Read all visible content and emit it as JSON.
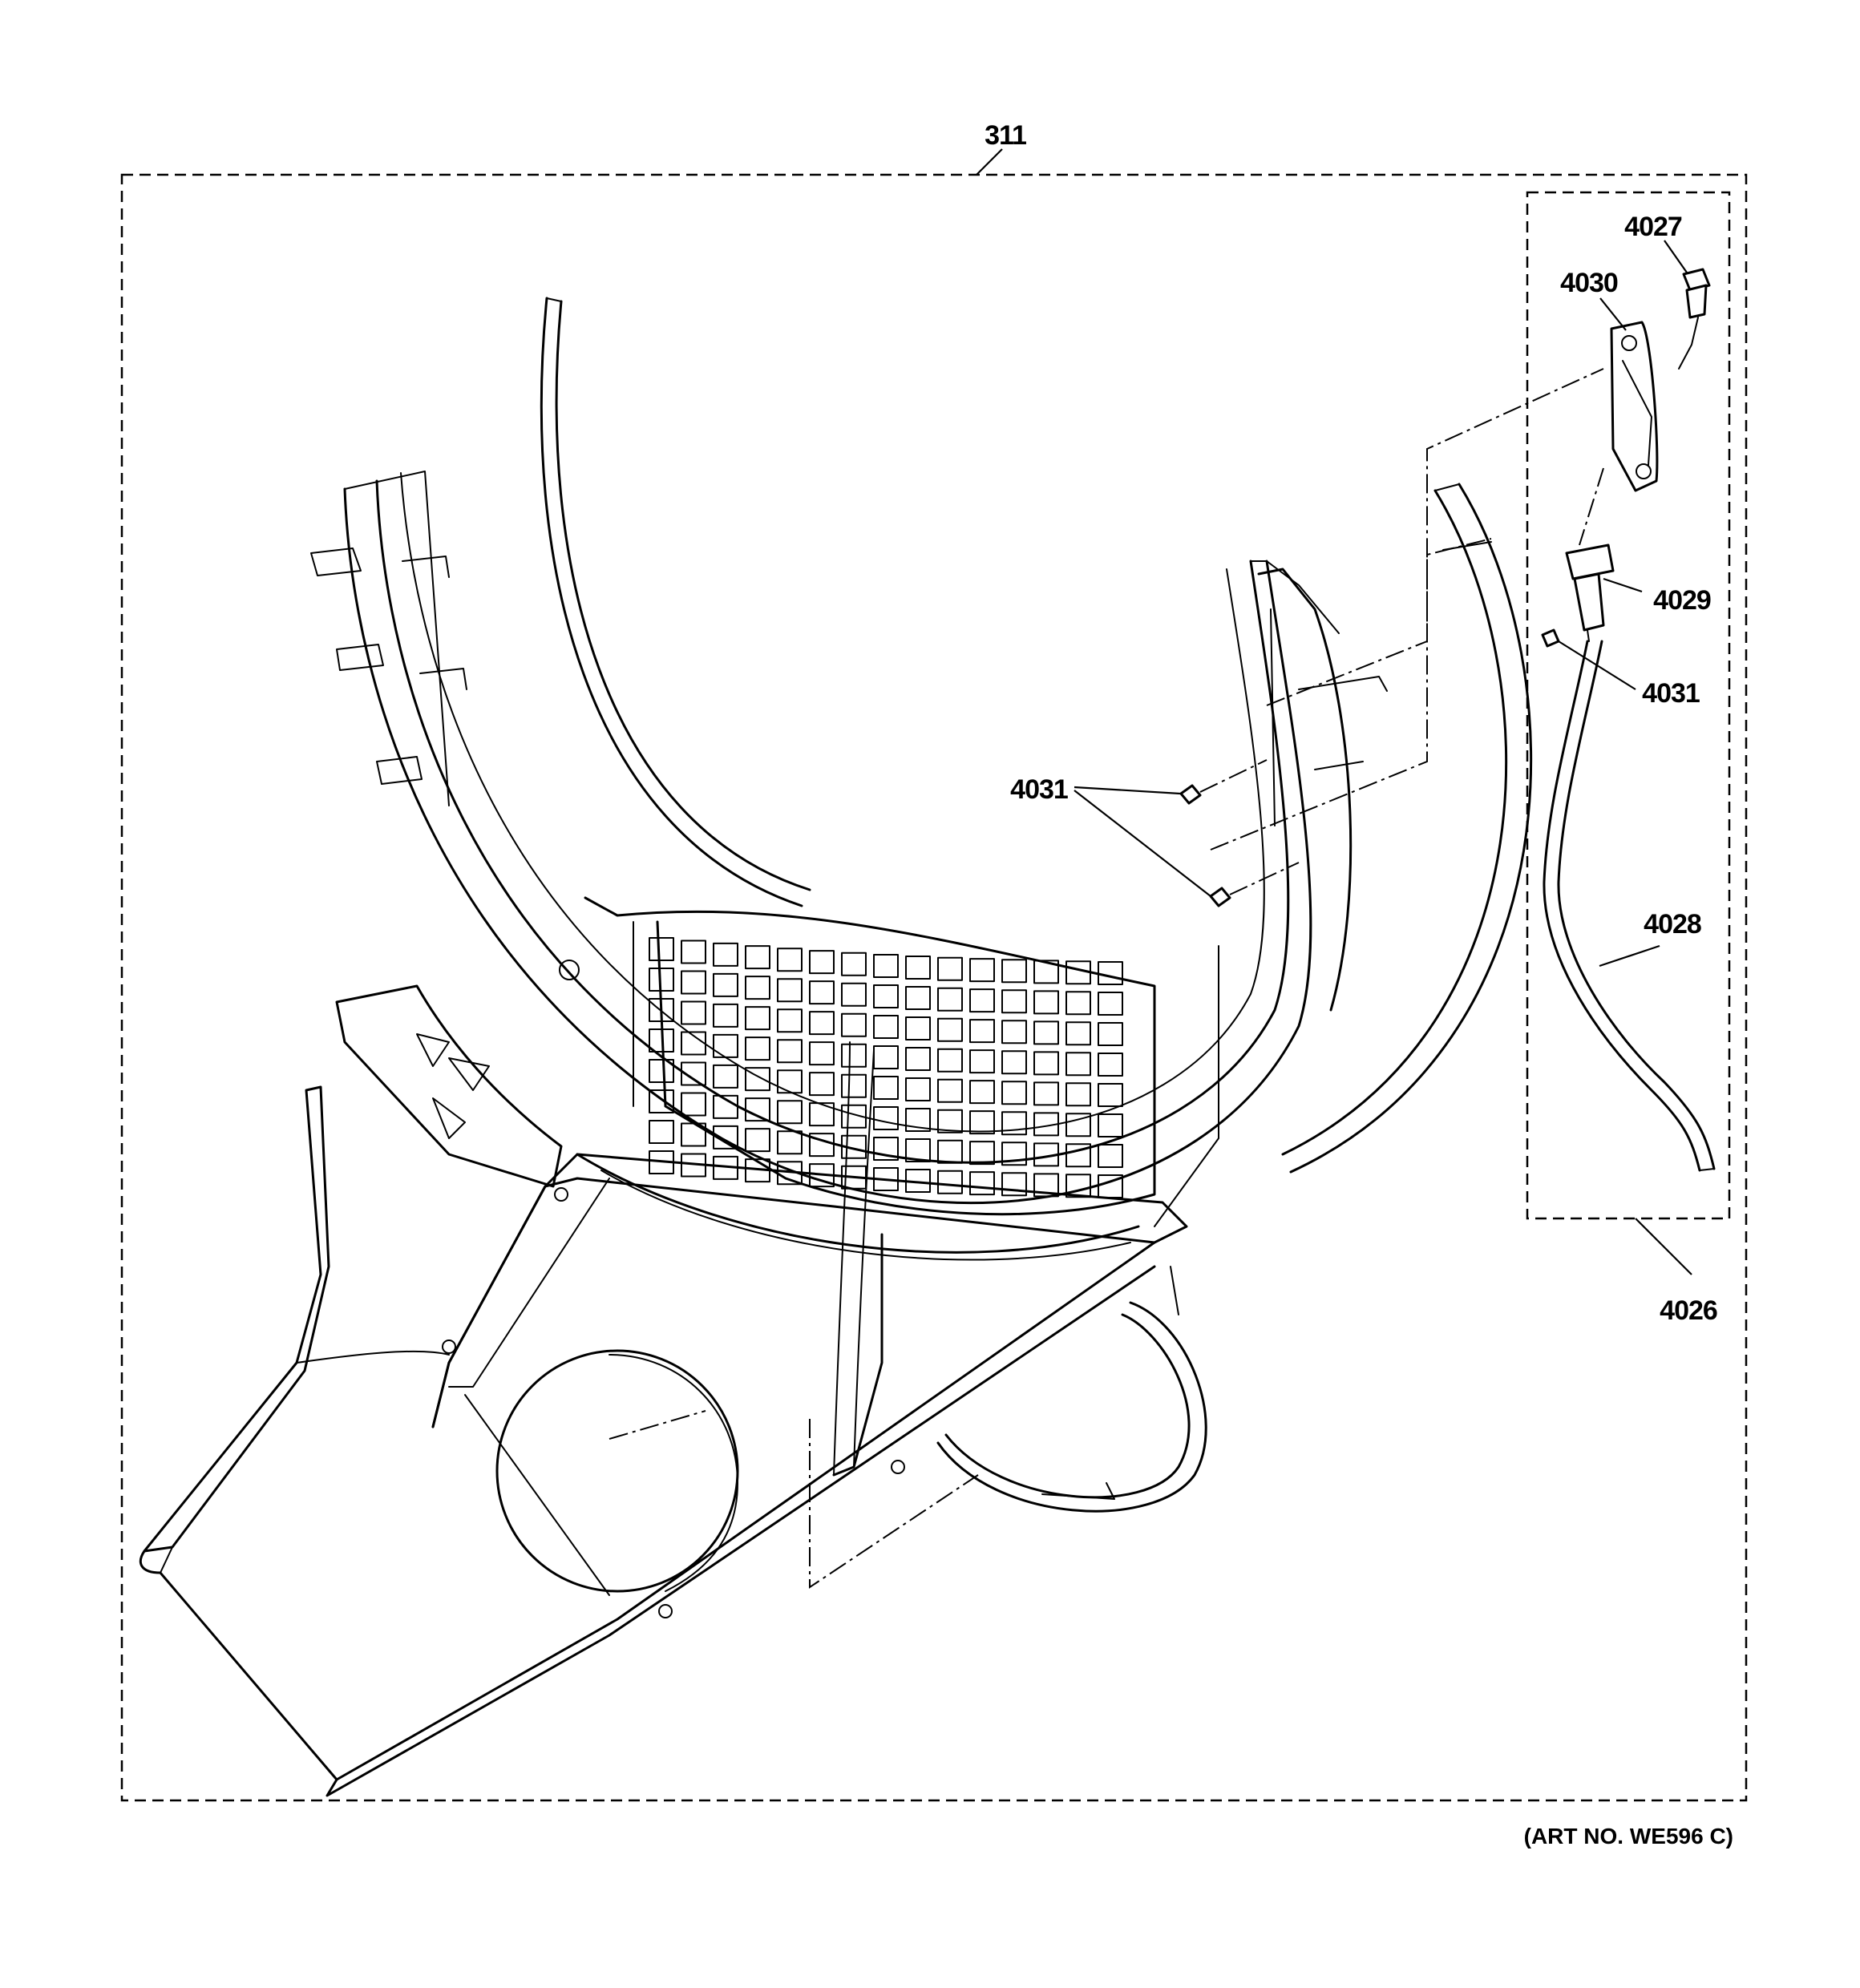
{
  "diagram": {
    "art_number": "(ART NO. WE596 C)",
    "callouts": {
      "assembly": "311",
      "kit": "4026",
      "thermistor": "4027",
      "hose": "4028",
      "inlet": "4029",
      "bracket": "4030",
      "screw_left": "4031",
      "screw_right": "4031"
    }
  }
}
